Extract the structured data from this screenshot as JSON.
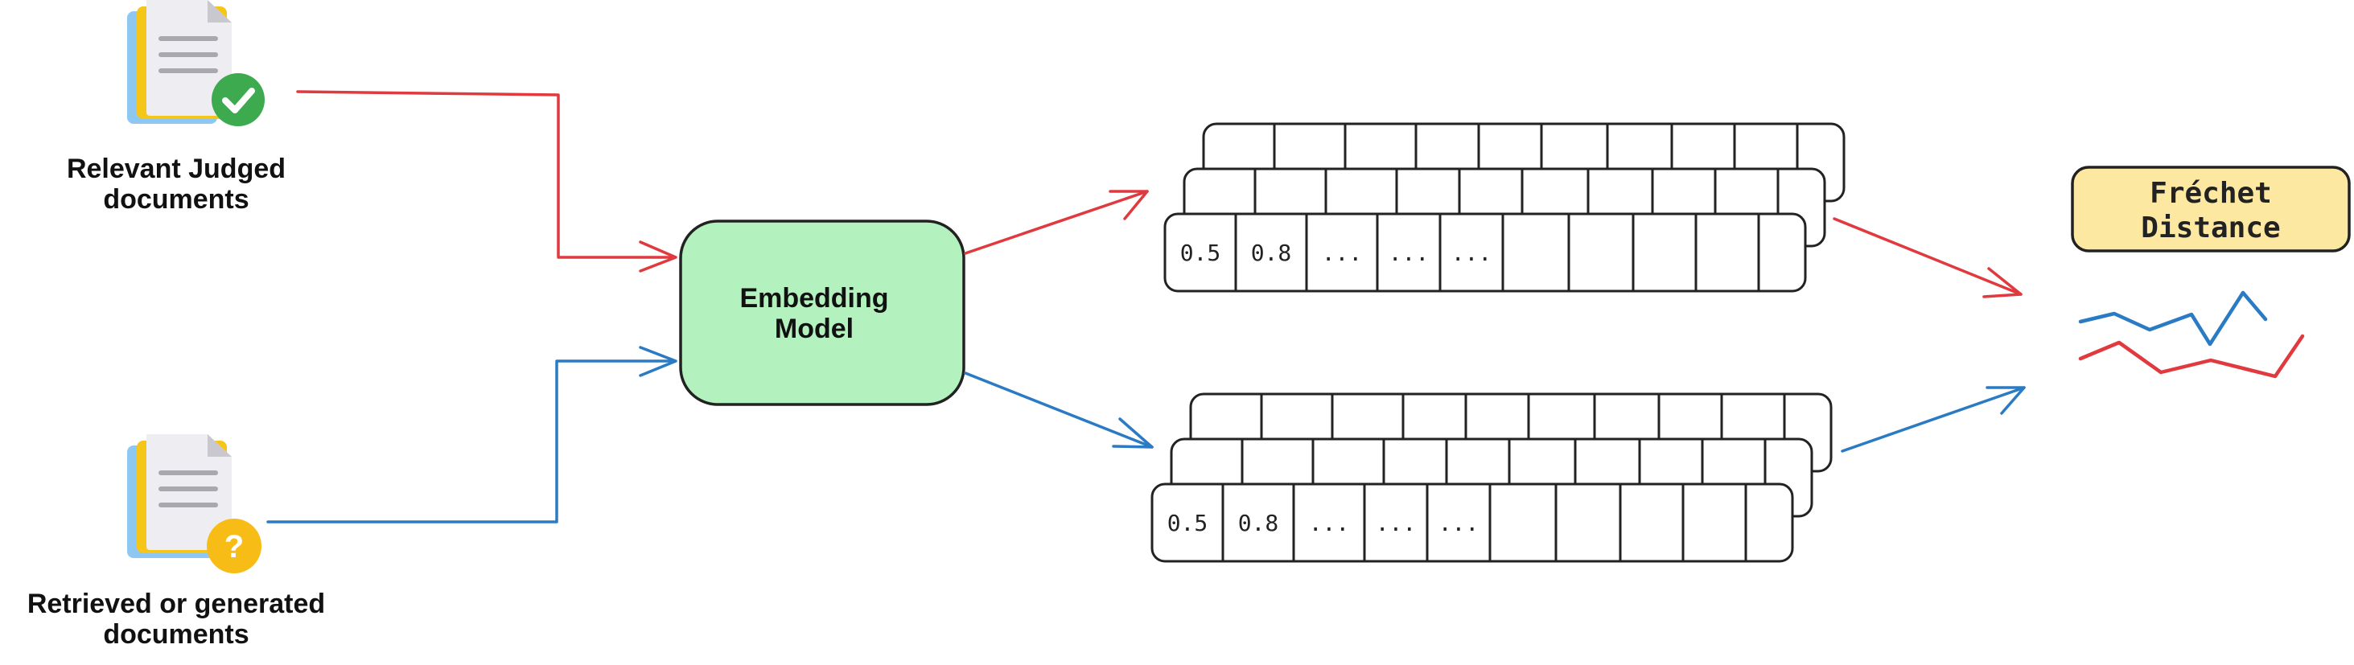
{
  "colors": {
    "relevant": "#E0393E",
    "retrieved": "#2B7BC4",
    "model_fill": "#B3F2BF",
    "distance_fill": "#FCE8A0",
    "stroke": "#222222",
    "doc_front": "#EEEDF1",
    "doc_yellow": "#F5C518",
    "doc_blue": "#8EC8F2",
    "check_badge": "#3DAA4F",
    "question_badge": "#F8BC16"
  },
  "sources": {
    "relevant": {
      "icon": "document-check-icon",
      "label_lines": [
        "Relevant Judged",
        "documents"
      ]
    },
    "retrieved": {
      "icon": "document-question-icon",
      "label_lines": [
        "Retrieved or generated",
        "documents"
      ]
    }
  },
  "model": {
    "label_lines": [
      "Embedding",
      "Model"
    ]
  },
  "embeddings": {
    "visible_values": [
      "0.5",
      "0.8",
      "...",
      "...",
      "..."
    ]
  },
  "distance": {
    "label_lines": [
      "Fréchet",
      "Distance"
    ]
  }
}
